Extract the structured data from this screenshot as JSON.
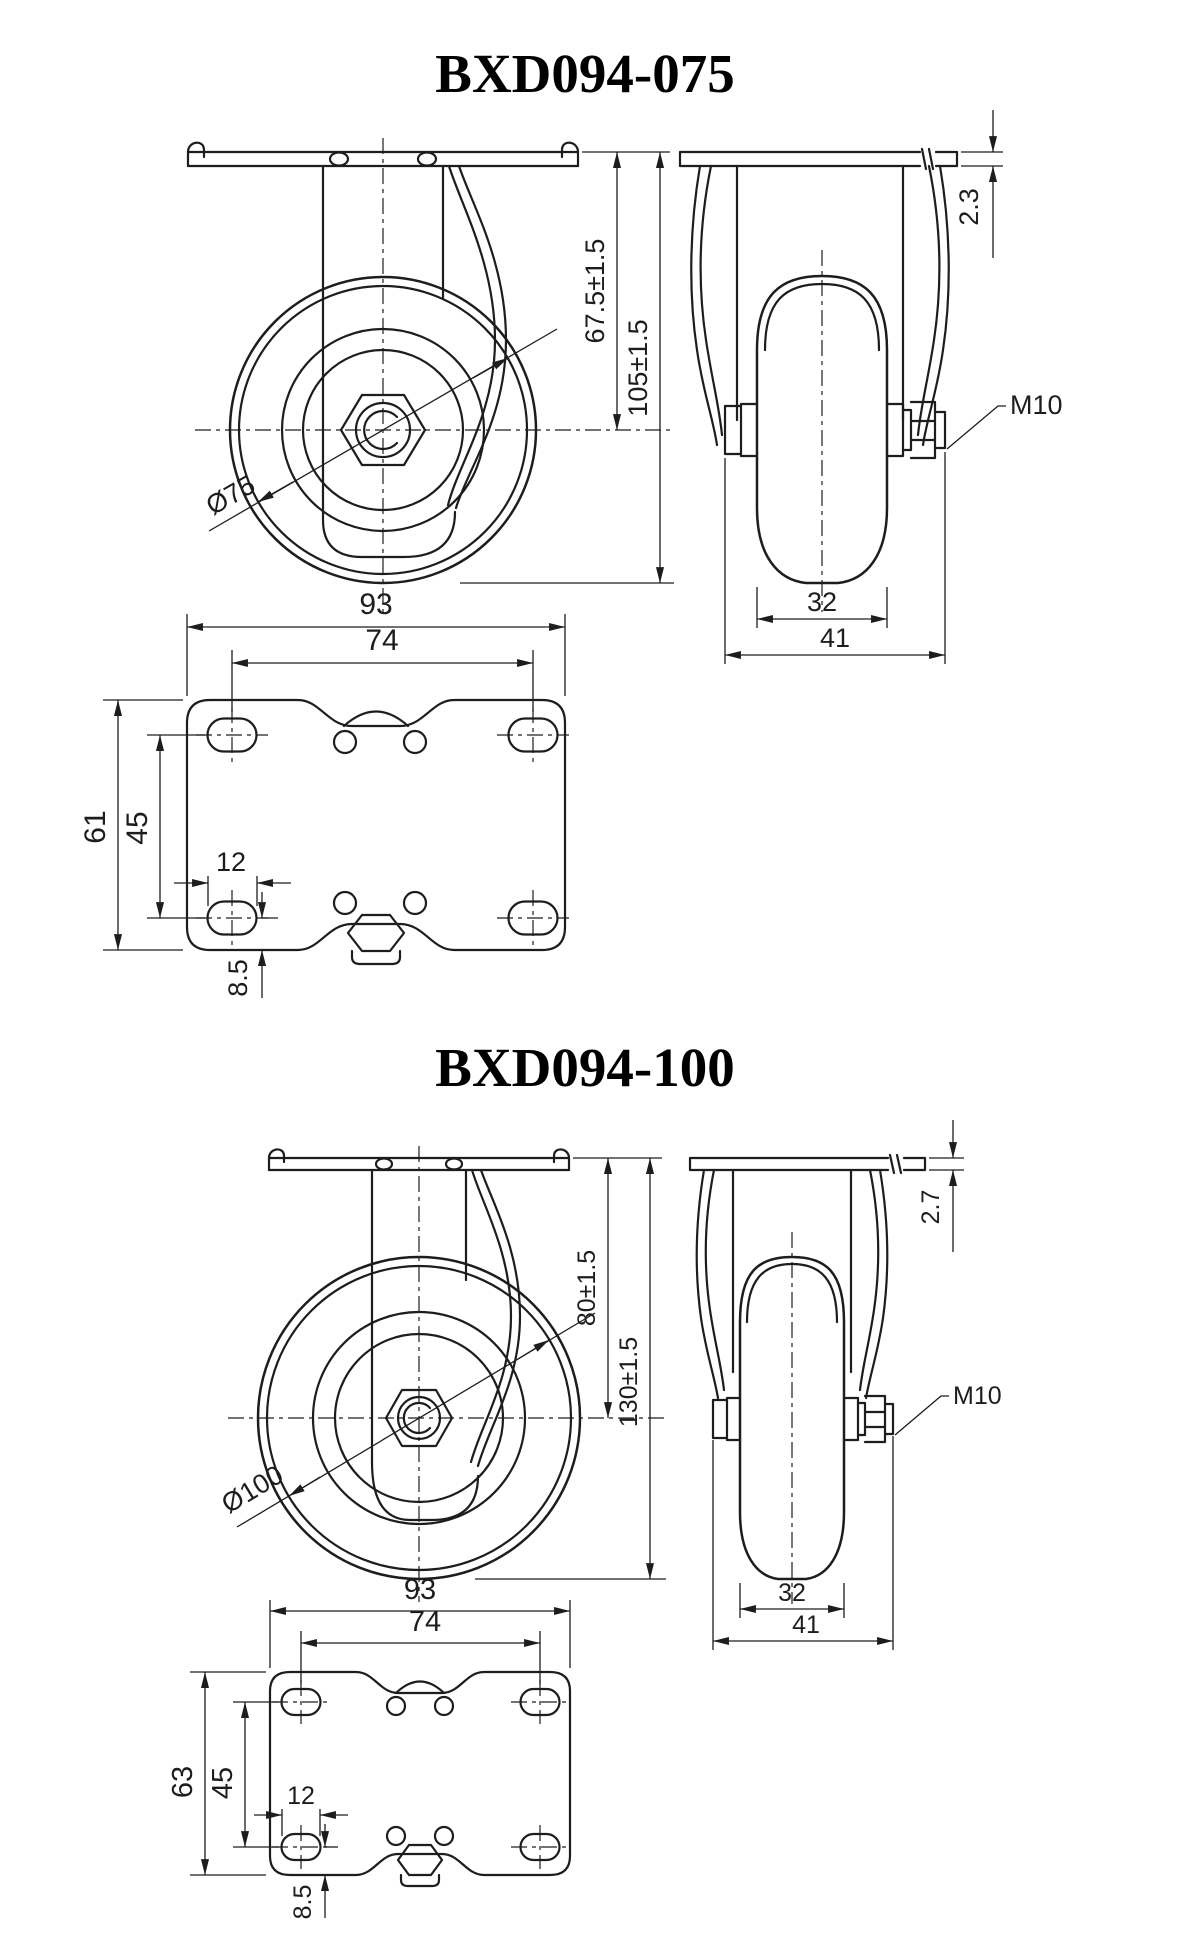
{
  "sheet": {
    "background": "#ffffff",
    "line_color": "#1d1d1d"
  },
  "drawings": [
    {
      "title": "BXD094-075",
      "front_view": {
        "wheel_diameter": "Ø75",
        "mount_to_axle_height": "67.5±1.5",
        "overall_height": "105±1.5"
      },
      "side_view": {
        "plate_thickness": "2.3",
        "axle_thread": "M10",
        "wheel_width": "32",
        "hub_width": "41"
      },
      "plate_view": {
        "plate_length": "93",
        "hole_pitch_length": "74",
        "plate_width": "61",
        "hole_pitch_width": "45",
        "slot_length": "12",
        "slot_to_edge": "8.5"
      }
    },
    {
      "title": "BXD094-100",
      "front_view": {
        "wheel_diameter": "Ø100",
        "mount_to_axle_height": "80±1.5",
        "overall_height": "130±1.5"
      },
      "side_view": {
        "plate_thickness": "2.7",
        "axle_thread": "M10",
        "wheel_width": "32",
        "hub_width": "41"
      },
      "plate_view": {
        "plate_length": "93",
        "hole_pitch_length": "74",
        "plate_width": "63",
        "hole_pitch_width": "45",
        "slot_length": "12",
        "slot_to_edge": "8.5"
      }
    }
  ]
}
